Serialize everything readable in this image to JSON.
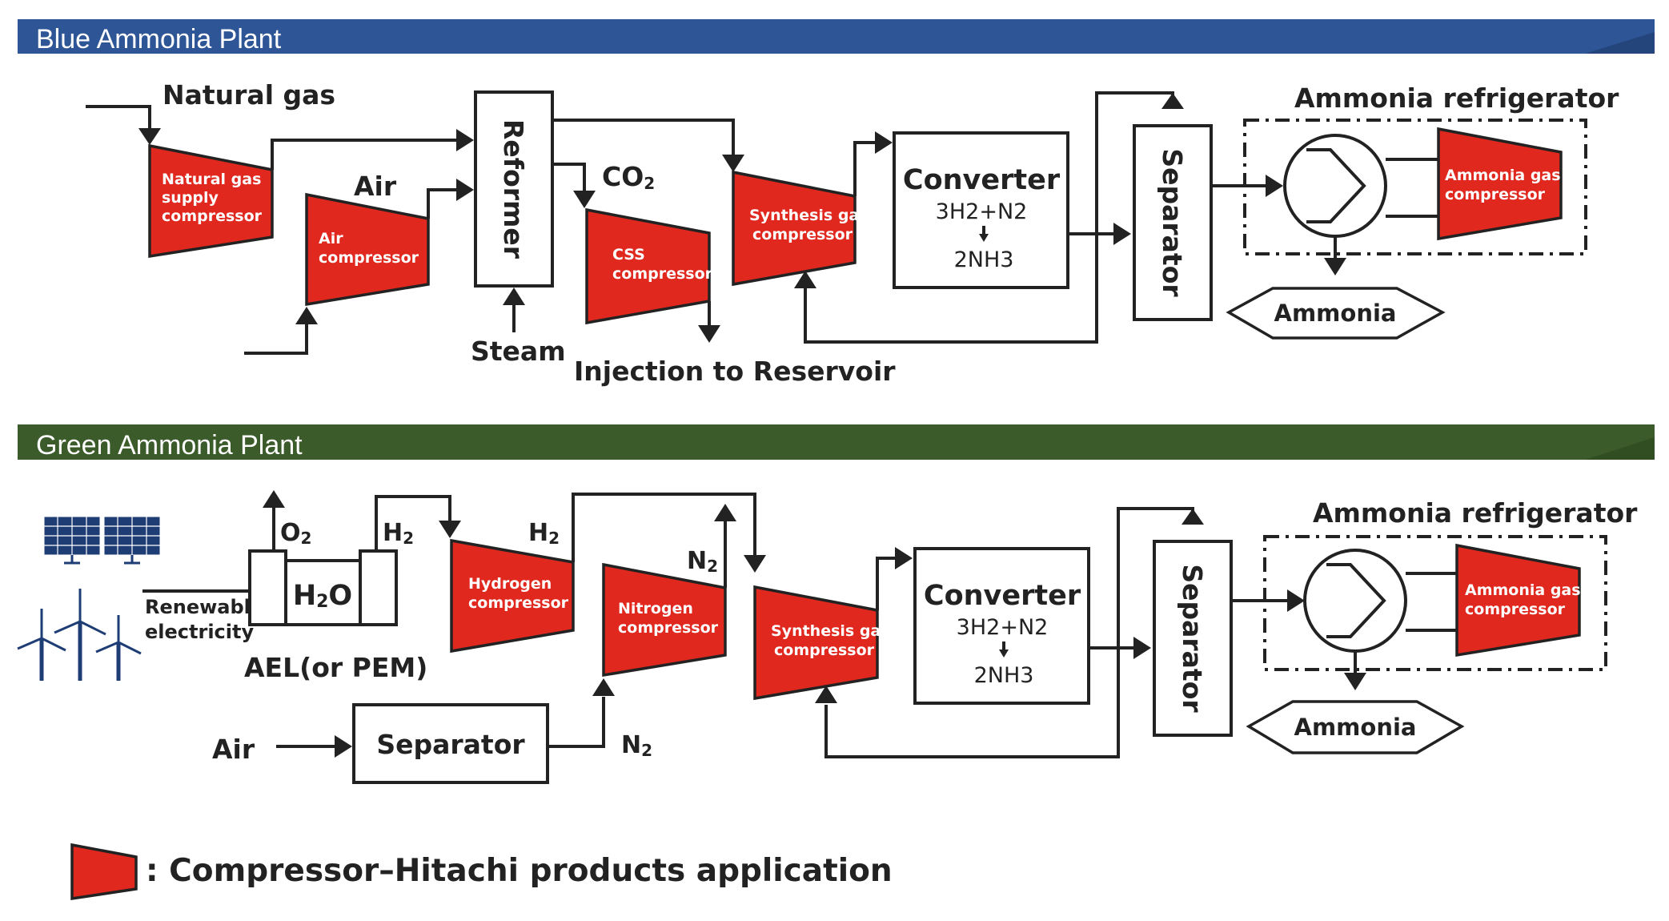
{
  "colors": {
    "blue_banner": "#2e5596",
    "green_banner": "#3b5b2a",
    "compressor_fill": "#e0281e",
    "ink": "#222222"
  },
  "blue_plant": {
    "title": "Blue Ammonia Plant",
    "natural_gas_label": "Natural gas",
    "ng_compressor_lines": [
      "Natural gas",
      "supply",
      "compressor"
    ],
    "air_label": "Air",
    "air_compressor_lines": [
      "Air",
      "compressor"
    ],
    "reformer": "Reformer",
    "steam": "Steam",
    "co2": "CO",
    "co2_sub": "2",
    "css_compressor_lines": [
      "CSS",
      "compressor"
    ],
    "injection": "Injection to Reservoir",
    "syngas_compressor_lines": [
      "Synthesis gas",
      "compressor"
    ],
    "converter_title": "Converter",
    "converter_eq1": "3H2+N2",
    "converter_eq2": "2NH3",
    "separator": "Separator",
    "refrigerator_label": "Ammonia refrigerator",
    "ammonia_compressor_lines": [
      "Ammonia gas",
      "compressor"
    ],
    "ammonia": "Ammonia"
  },
  "green_plant": {
    "title": "Green Ammonia Plant",
    "renewable_lines": [
      "Renewable",
      "electricity"
    ],
    "o2": "O",
    "o2_sub": "2",
    "h2": "H",
    "h2_sub": "2",
    "h2o_a": "H",
    "h2o_sub": "2",
    "h2o_b": "O",
    "ael": "AEL(or PEM)",
    "h2_label": "H",
    "h2_label_sub": "2",
    "hydrogen_compressor_lines": [
      "Hydrogen",
      "compressor"
    ],
    "n2_top": "N",
    "n2_top_sub": "2",
    "nitrogen_compressor_lines": [
      "Nitrogen",
      "compressor"
    ],
    "air": "Air",
    "air_separator": "Separator",
    "n2_bottom": "N",
    "n2_bottom_sub": "2",
    "syngas_compressor_lines": [
      "Synthesis gas",
      "compressor"
    ],
    "converter_title": "Converter",
    "converter_eq1": "3H2+N2",
    "converter_eq2": "2NH3",
    "separator": "Separator",
    "refrigerator_label": "Ammonia refrigerator",
    "ammonia_compressor_lines": [
      "Ammonia gas",
      "compressor"
    ],
    "ammonia": "Ammonia"
  },
  "legend": {
    "text": ": Compressor–Hitachi products application"
  }
}
